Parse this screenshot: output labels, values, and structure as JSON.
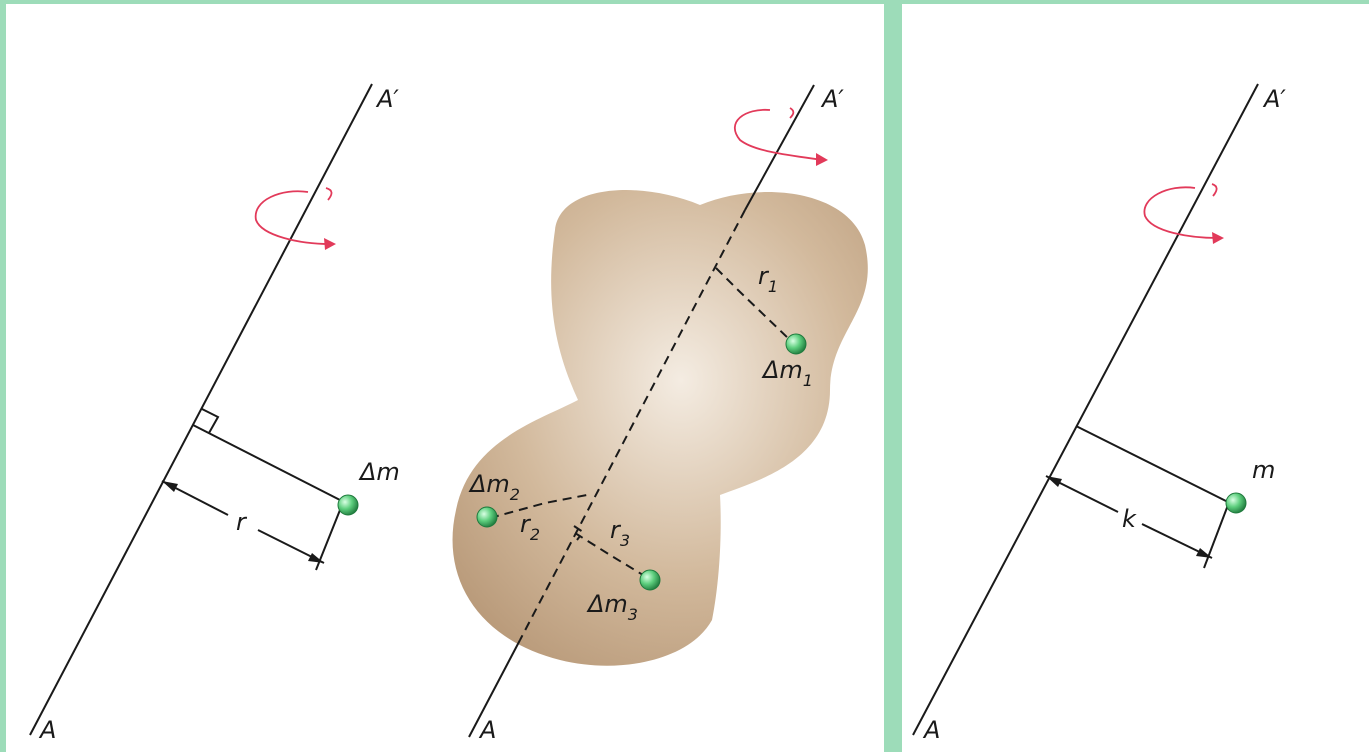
{
  "panels": {
    "left": {
      "axis_end_top": "A′",
      "axis_end_bottom": "A",
      "mass_label": "Δm",
      "radius_label": "r"
    },
    "middle": {
      "axis_end_top": "A′",
      "axis_end_bottom": "A",
      "masses": [
        {
          "base": "Δm",
          "sub": "1"
        },
        {
          "base": "Δm",
          "sub": "2"
        },
        {
          "base": "Δm",
          "sub": "3"
        }
      ],
      "radii": [
        {
          "base": "r",
          "sub": "1"
        },
        {
          "base": "r",
          "sub": "2"
        },
        {
          "base": "r",
          "sub": "3"
        }
      ]
    },
    "right": {
      "axis_end_top": "A′",
      "axis_end_bottom": "A",
      "mass_label": "m",
      "radius_label": "k"
    }
  },
  "colors": {
    "frame": "#9ddcb9",
    "panel": "#ffffff",
    "body_fill": "#c2a585",
    "point_fill": "#5ecf7e",
    "rotation_arrow": "#e23a5a"
  }
}
